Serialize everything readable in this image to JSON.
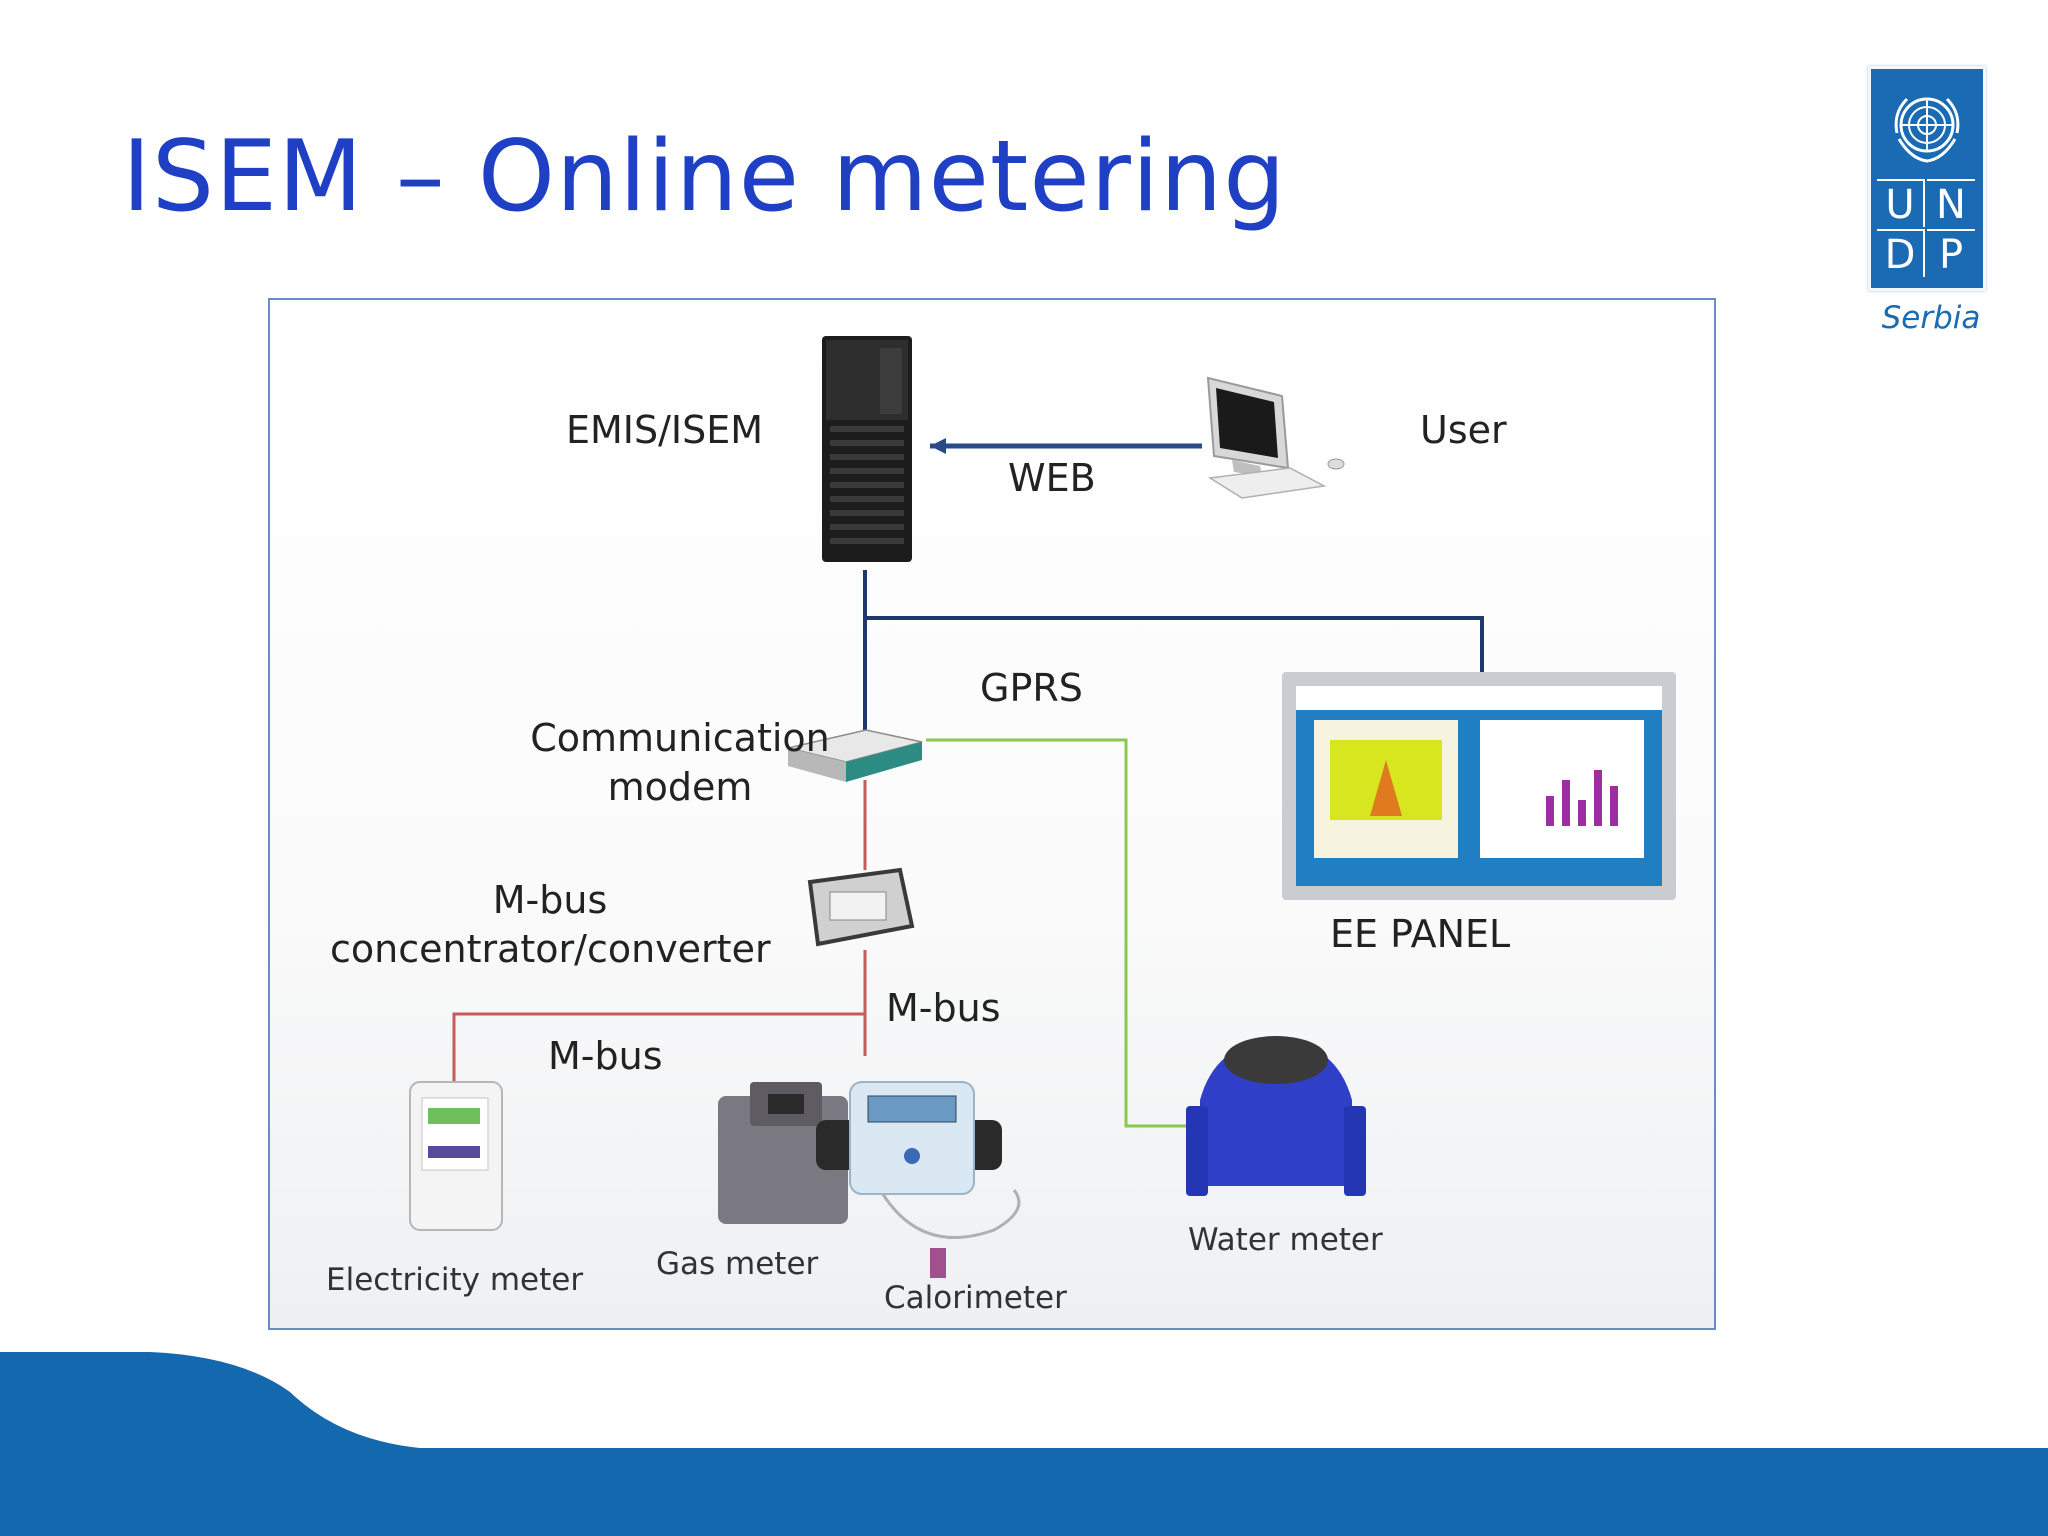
{
  "slide": {
    "title": "ISEM – Online metering"
  },
  "logo": {
    "letters": [
      "U",
      "N",
      "D",
      "P"
    ],
    "caption": "Serbia",
    "color": "#1a6bb3"
  },
  "diagram": {
    "labels": {
      "server": "EMIS/ISEM",
      "web": "WEB",
      "user": "User",
      "gprs": "GPRS",
      "modem_line1": "Communication",
      "modem_line2": "modem",
      "concentrator_line1": "M-bus",
      "concentrator_line2": "concentrator/converter",
      "mbus_right": "M-bus",
      "mbus_left": "M-bus",
      "ee_panel": "EE PANEL",
      "electricity_meter": "Electricity meter",
      "gas_meter": "Gas meter",
      "calorimeter": "Calorimeter",
      "water_meter": "Water meter"
    },
    "line_colors": {
      "network": "#1c3a6e",
      "mbus": "#c85a5a",
      "gprs": "#8cc84a"
    }
  },
  "theme": {
    "title_color": "#1f3fc4",
    "footer_color": "#1468ae"
  }
}
